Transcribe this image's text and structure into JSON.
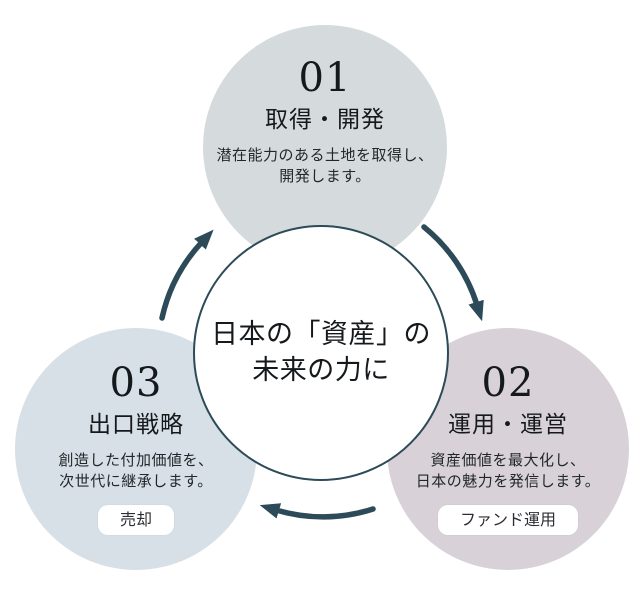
{
  "diagram": {
    "center": {
      "line1": "日本の「資産」の",
      "line2": "未来の力に"
    },
    "steps": [
      {
        "number": "01",
        "title": "取得・開発",
        "desc1": "潜在能力のある土地を取得し、",
        "desc2": "開発します。"
      },
      {
        "number": "02",
        "title": "運用・運営",
        "desc1": "資産価値を最大化し、",
        "desc2": "日本の魅力を発信します。",
        "badge": "ファンド運用"
      },
      {
        "number": "03",
        "title": "出口戦略",
        "desc1": "創造した付加価値を、",
        "desc2": "次世代に継承します。",
        "badge": "売却"
      }
    ],
    "colors": {
      "accent": "#2d4a58",
      "circle_step1": "#d5dadd",
      "circle_step2": "#d8d2d8",
      "circle_step3": "#d7e0e6",
      "badge_background": "#ffffff"
    }
  }
}
